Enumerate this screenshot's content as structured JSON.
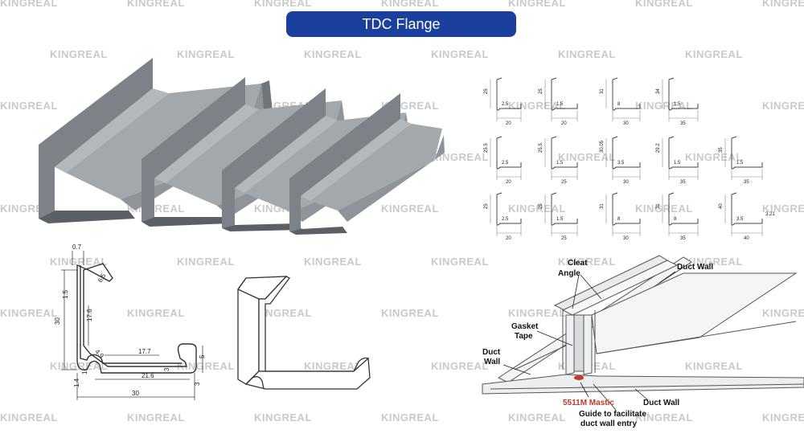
{
  "title": "TDC Flange",
  "watermark": "KINGREAL",
  "colors": {
    "title_bg": "#1a3f9c",
    "metal": "#8e9499",
    "metal_light": "#b3b8bc",
    "metal_dark": "#5b6066",
    "line": "#333333",
    "mastic": "#c0392b"
  },
  "profile_drawing": {
    "dims": [
      "0.7",
      "6.5",
      "1.5",
      "17.6",
      "30",
      "4.9",
      "17.7",
      "5",
      "3",
      "21.6",
      "1",
      "1.4",
      "30",
      "3"
    ]
  },
  "section_grid": {
    "rows": [
      [
        {
          "v": "25",
          "b": "20",
          "d": "2.5"
        },
        {
          "v": "25",
          "b": "20",
          "d": "1.5"
        },
        {
          "v": "31",
          "b": "30",
          "d": "8"
        },
        {
          "v": "34",
          "b": "35",
          "d": "1.5"
        }
      ],
      [
        {
          "v": "25.5",
          "b": "20",
          "d": "2.5"
        },
        {
          "v": "25.5",
          "b": "25",
          "d": "1.5"
        },
        {
          "v": "30.05",
          "b": "30",
          "d": "3.5"
        },
        {
          "v": "29.2",
          "b": "35",
          "d": "1.5"
        },
        {
          "v": "35",
          "b": "35",
          "d": "1.5"
        }
      ],
      [
        {
          "v": "25",
          "b": "20",
          "d": "2.5"
        },
        {
          "v": "25",
          "b": "25",
          "d": "1.5"
        },
        {
          "v": "31",
          "b": "30",
          "d": "8"
        },
        {
          "v": "31",
          "b": "35",
          "d": "8"
        },
        {
          "v": "40",
          "b": "40",
          "d": "3.5",
          "extra": "3.21"
        }
      ]
    ]
  },
  "assembly": {
    "labels": {
      "cleat": "Cleat",
      "angle": "Angle",
      "gasket": "Gasket",
      "tape": "Tape",
      "duct_left": "Duct",
      "wall_left": "Wall",
      "mastic": "5511M Mastic",
      "duct_wall_right": "Duct Wall",
      "guide1": "Guide to facilitate",
      "guide2": "duct wall entry"
    }
  }
}
